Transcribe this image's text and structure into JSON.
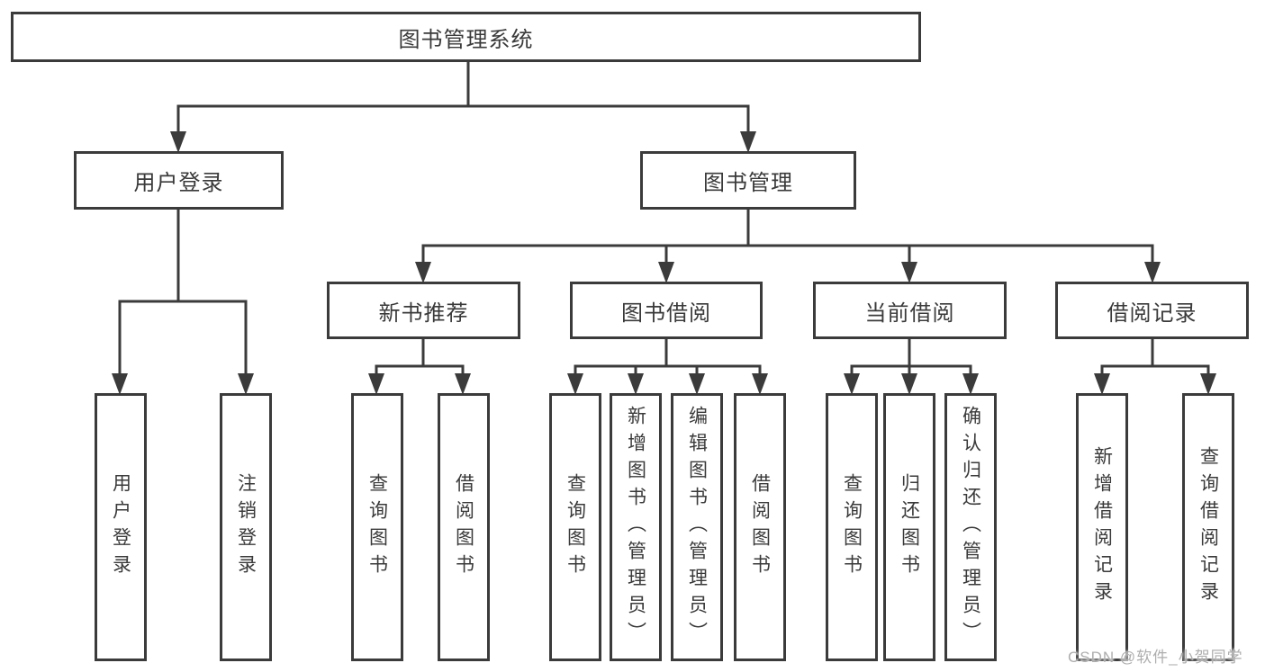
{
  "chart": {
    "root": {
      "label": "图书管理系统"
    },
    "login_branch": {
      "label": "用户登录",
      "children": [
        {
          "label": "用户登录"
        },
        {
          "label": "注销登录"
        }
      ]
    },
    "mgmt_branch": {
      "label": "图书管理",
      "groups": [
        {
          "label": "新书推荐",
          "children": [
            {
              "label": "查询图书"
            },
            {
              "label": "借阅图书"
            }
          ]
        },
        {
          "label": "图书借阅",
          "children": [
            {
              "label": "查询图书"
            },
            {
              "label": "新增图书（管理员）"
            },
            {
              "label": "编辑图书（管理员）"
            },
            {
              "label": "借阅图书"
            }
          ]
        },
        {
          "label": "当前借阅",
          "children": [
            {
              "label": "查询图书"
            },
            {
              "label": "归还图书"
            },
            {
              "label": "确认归还（管理员）"
            }
          ]
        },
        {
          "label": "借阅记录",
          "children": [
            {
              "label": "新增借阅记录"
            },
            {
              "label": "查询借阅记录"
            }
          ]
        }
      ]
    }
  },
  "watermark": {
    "text": "CSDN @软件_小贺同学"
  },
  "colors": {
    "line": "#3b3b3b",
    "text": "#3a3a3a",
    "background": "#ffffff",
    "watermark": "#aeaeae"
  }
}
